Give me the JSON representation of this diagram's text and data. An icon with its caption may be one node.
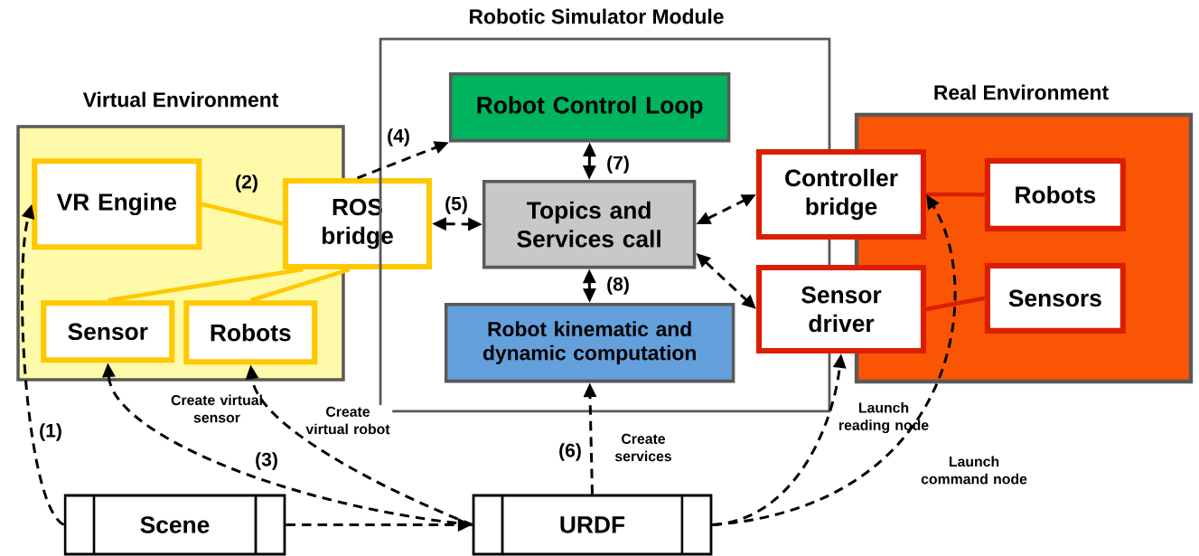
{
  "diagram": {
    "nodes": [
      {
        "text": [
          "Virtual Environment"
        ]
      },
      {
        "text": [
          "VR Engine"
        ],
        "in": 0
      },
      {
        "text": [
          "ROS bridge"
        ]
      },
      {
        "text": [
          "Sensor"
        ],
        "in": 0
      },
      {
        "text": [
          "Robots"
        ],
        "in": 0
      },
      {
        "text": [
          "Robotic Simulator Module"
        ]
      },
      {
        "text": [
          "Robot Control Loop"
        ],
        "in": 5
      },
      {
        "text": [
          "Topics and Services call"
        ],
        "in": 5
      },
      {
        "text": [
          "Robot kinematic and dynamic computation"
        ],
        "in": 5
      },
      {
        "text": [
          "Real Environment"
        ]
      },
      {
        "text": [
          "Controller bridge"
        ]
      },
      {
        "text": [
          "Sensor driver"
        ]
      },
      {
        "text": [
          "Robots"
        ],
        "in": 9
      },
      {
        "text": [
          "Sensors"
        ],
        "in": 9
      },
      {
        "text": [
          "Scene"
        ]
      },
      {
        "text": [
          "URDF"
        ]
      }
    ],
    "edges": [
      {
        "from": 1,
        "to": 2,
        "arrow": "none",
        "color": "#ffc800"
      },
      {
        "from": 2,
        "to": 3,
        "arrow": "none",
        "color": "#ffc800"
      },
      {
        "from": 2,
        "to": 4,
        "arrow": "none",
        "color": "#ffc800"
      },
      {
        "from": 2,
        "to": 6,
        "arrow": "to",
        "style": "dashed"
      },
      {
        "from": 2,
        "to": 7,
        "arrow": "both",
        "style": "dashed"
      },
      {
        "from": 6,
        "to": 7,
        "arrow": "both",
        "style": "dashed"
      },
      {
        "from": 7,
        "to": 8,
        "arrow": "both",
        "style": "dashed"
      },
      {
        "from": 7,
        "to": 10,
        "arrow": "both",
        "style": "dashed"
      },
      {
        "from": 7,
        "to": 11,
        "arrow": "both",
        "style": "dashed"
      },
      {
        "from": 12,
        "to": 10,
        "arrow": "none",
        "color": "#dc1e00"
      },
      {
        "from": 13,
        "to": 11,
        "arrow": "none",
        "color": "#dc1e00"
      },
      {
        "from": 14,
        "to": 1,
        "arrow": "to",
        "style": "dashed"
      },
      {
        "from": 14,
        "to": 15,
        "arrow": "to",
        "style": "dashed"
      },
      {
        "from": 15,
        "to": 3,
        "arrow": "to",
        "style": "dashed",
        "label": "Create virtual sensor"
      },
      {
        "from": 15,
        "to": 4,
        "arrow": "to",
        "style": "dashed",
        "label": "Create virtual robot"
      },
      {
        "from": 15,
        "to": 8,
        "arrow": "to",
        "style": "dashed",
        "label": "Create services"
      },
      {
        "from": 15,
        "to": 11,
        "arrow": "to",
        "style": "dashed",
        "label": "Launch reading node"
      },
      {
        "from": 15,
        "to": 10,
        "arrow": "to",
        "style": "dashed",
        "label": "Launch command node"
      }
    ],
    "labels": [
      "(1)",
      "(2)",
      "(3)",
      "(4)",
      "(5)",
      "(6)",
      "(7)",
      "(8)"
    ]
  }
}
